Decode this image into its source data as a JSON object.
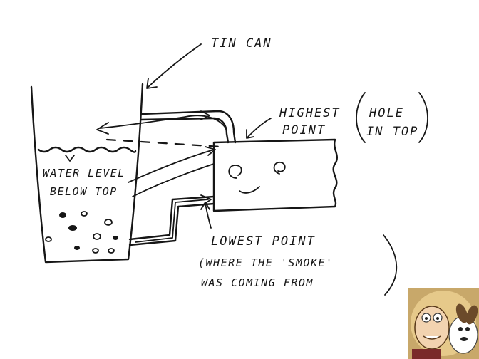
{
  "labels": {
    "tin_can": "TIN CAN",
    "highest_point_1": "HIGHEST",
    "highest_point_2": "POINT",
    "hole_1": "HOLE",
    "hole_2": "IN TOP",
    "water_level_1": "WATER LEVEL",
    "water_level_2": "BELOW TOP",
    "lowest_1": "LOWEST POINT",
    "lowest_2": "(WHERE THE 'SMOKE'",
    "lowest_3": "WAS COMING FROM"
  },
  "colors": {
    "ink": "#161616",
    "paper": "#ffffff"
  },
  "inset_image": {
    "icon": "cartoon-characters-thumbnail"
  }
}
